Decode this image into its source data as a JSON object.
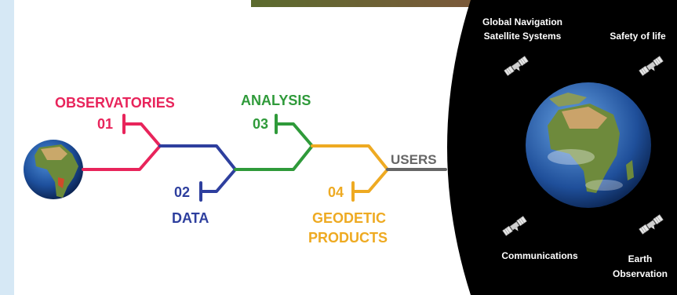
{
  "colors": {
    "observatories": "#e8245b",
    "data": "#2e3f9e",
    "analysis": "#2f9a3a",
    "products": "#eeaa22",
    "users": "#666666",
    "panel_bg": "#d6e8f5",
    "space": "#000000"
  },
  "steps": [
    {
      "number": "01",
      "label": "OBSERVATORIES"
    },
    {
      "number": "02",
      "label": "DATA"
    },
    {
      "number": "03",
      "label": "ANALYSIS"
    },
    {
      "number": "04",
      "label_line1": "GEODETIC",
      "label_line2": "PRODUCTS"
    }
  ],
  "users_label": "USERS",
  "applications": {
    "gnss_line1": "Global Navigation",
    "gnss_line2": "Satellite Systems",
    "safety": "Safety of life",
    "communications": "Communications",
    "earth_obs_line1": "Earth",
    "earth_obs_line2": "Observation"
  },
  "icons": [
    "africa-globe-icon",
    "earth-globe-icon",
    "satellite-icon"
  ]
}
